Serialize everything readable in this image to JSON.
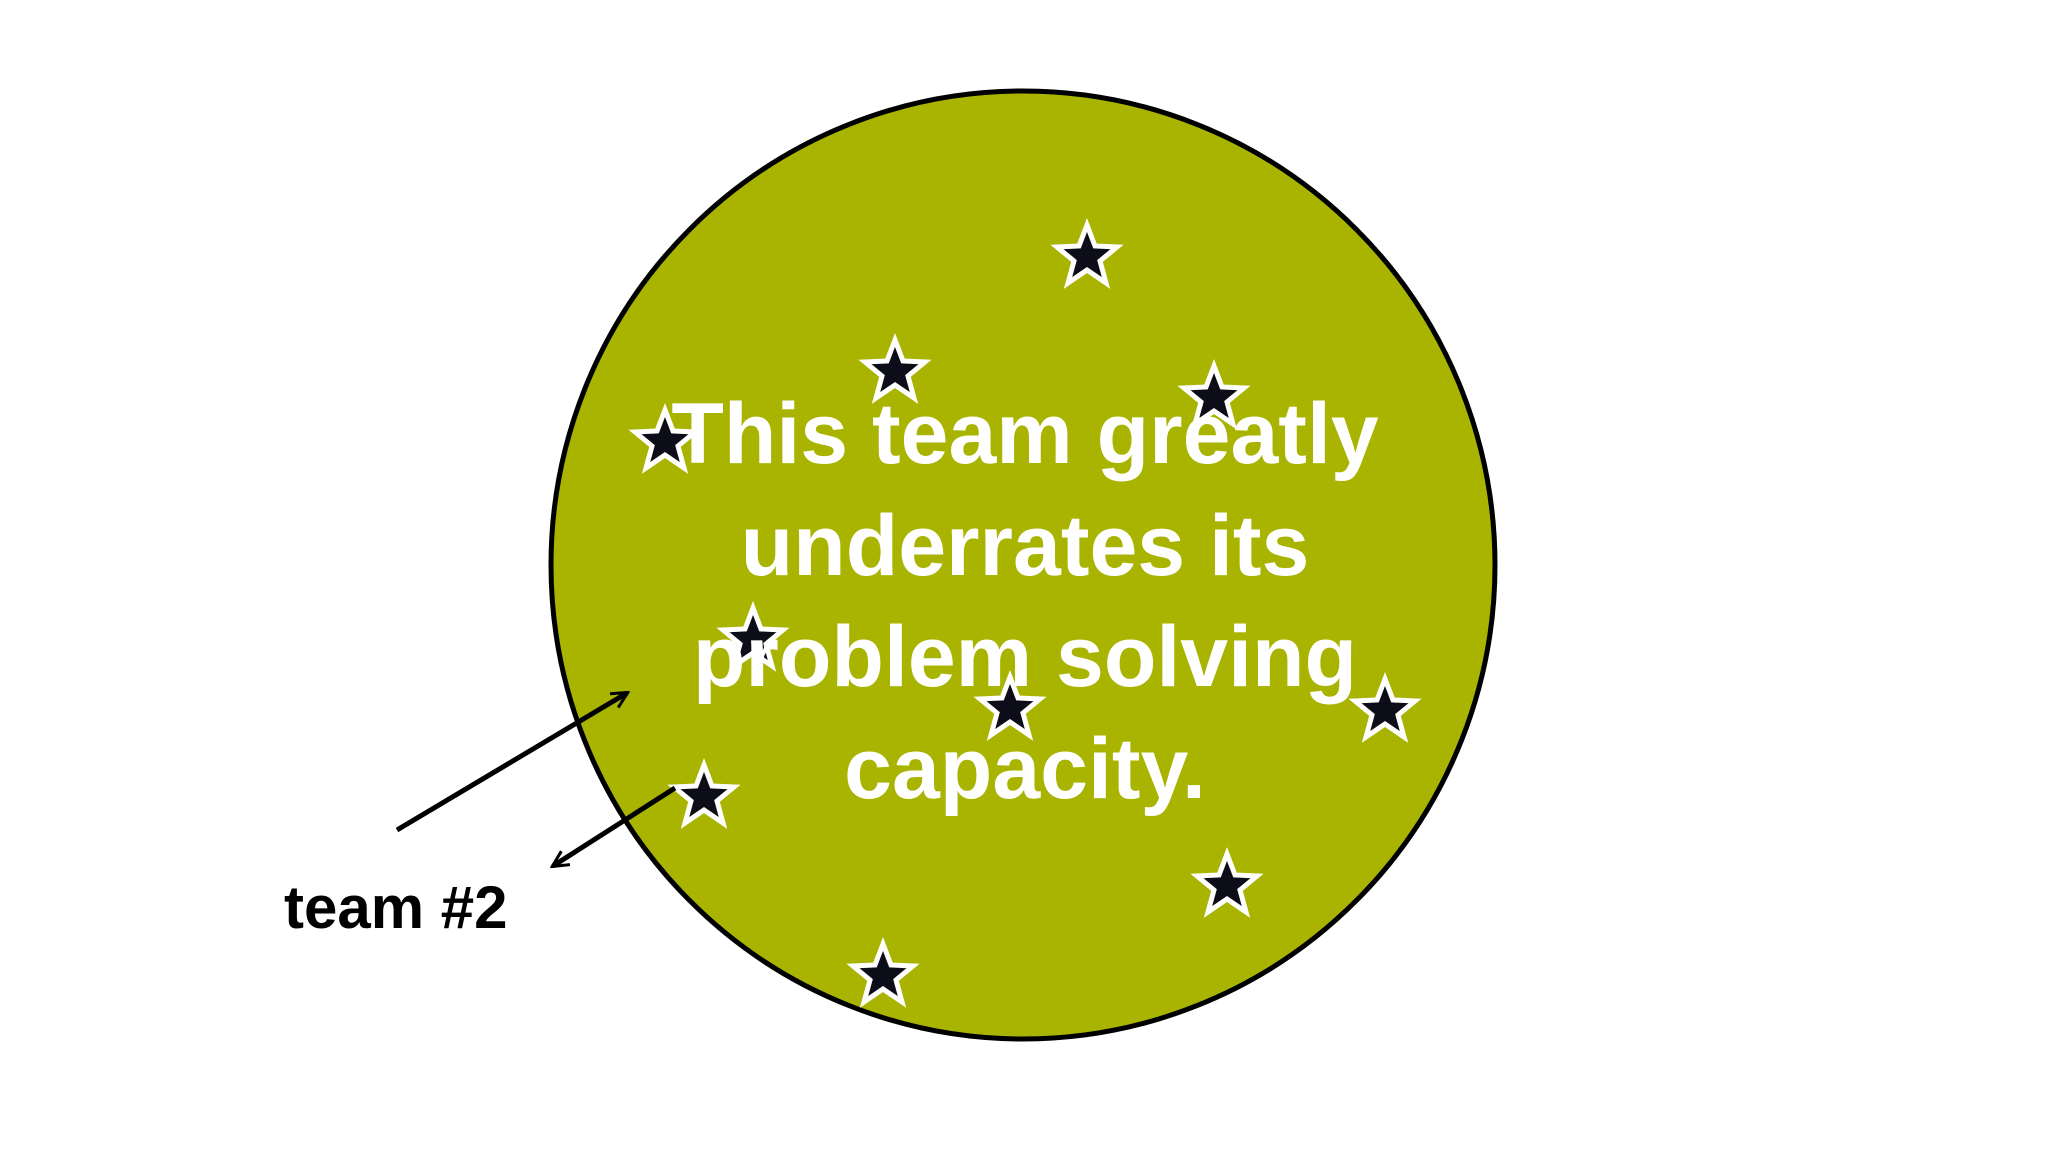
{
  "circle": {
    "fill_color": "#a8b400",
    "stroke_color": "#000000"
  },
  "message_lines": [
    "This team greatly",
    "underrates its",
    "problem solving",
    "capacity."
  ],
  "team_label": "team #2",
  "star": {
    "icon": "star-icon",
    "fill_color": "#0d0d1a",
    "outline_color": "#ffffff",
    "count": 10
  },
  "arrows": {
    "icon": "arrow-icon",
    "color": "#000000",
    "count": 2
  }
}
